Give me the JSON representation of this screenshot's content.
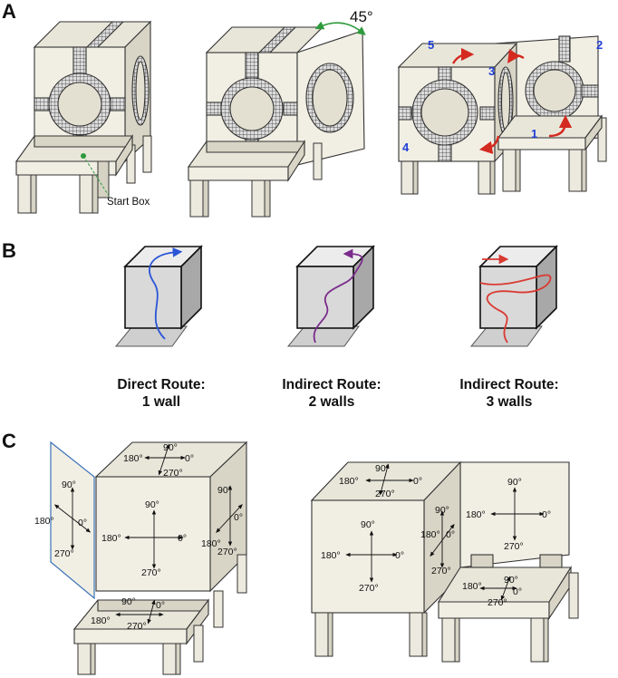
{
  "panels": {
    "a": {
      "letter": "A",
      "angle_label": "45°",
      "start_box_label": "Start Box",
      "face_numbers": [
        "1",
        "2",
        "3",
        "4",
        "5"
      ]
    },
    "b": {
      "letter": "B",
      "routes": [
        {
          "line1": "Direct Route:",
          "line2": "1 wall",
          "color": "#2a55d6"
        },
        {
          "line1": "Indirect Route:",
          "line2": "2 walls",
          "color": "#7a2b8c"
        },
        {
          "line1": "Indirect Route:",
          "line2": "3 walls",
          "color": "#d93a32"
        }
      ]
    },
    "c": {
      "letter": "C",
      "deg": {
        "d0": "0°",
        "d90": "90°",
        "d180": "180°",
        "d270": "270°"
      }
    }
  },
  "colors": {
    "wall": "#f1efe4",
    "arrow_red": "#d42a20",
    "number_blue": "#1f3fd6",
    "door_outline": "#3a72b8",
    "angle_arc": "#2e9a3c",
    "start_dot": "#2e9a3c",
    "cube_front": "#d9d9d9",
    "cube_side": "#a8a8a8"
  }
}
